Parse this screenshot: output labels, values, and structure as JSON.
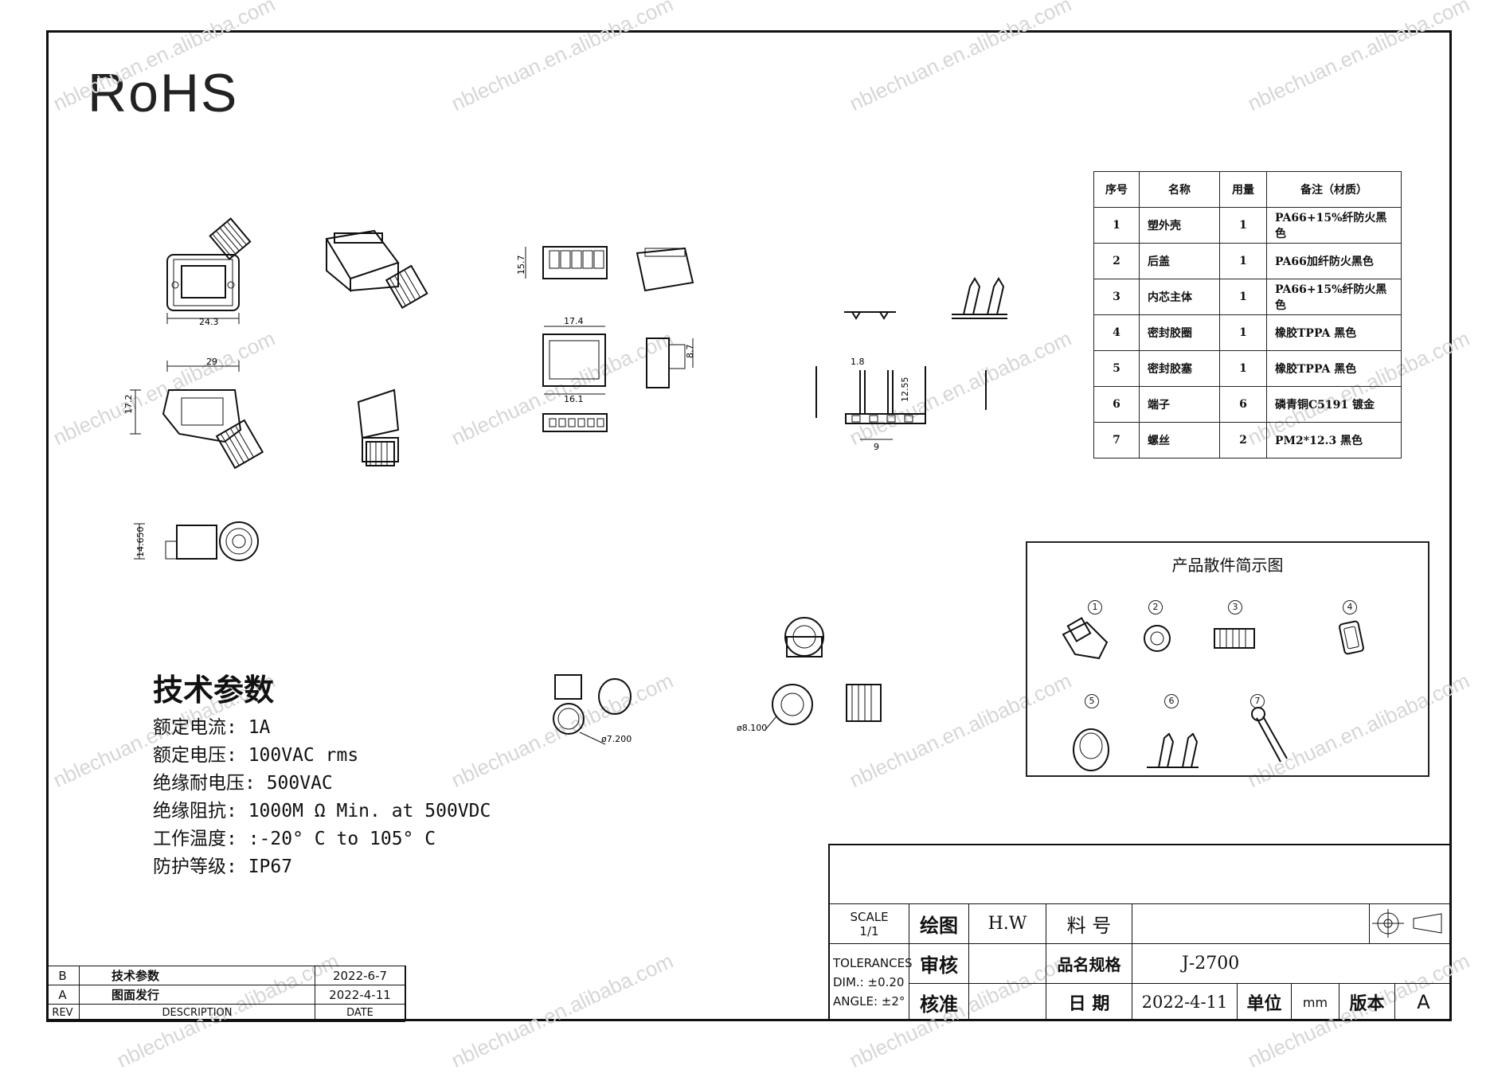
{
  "rohs": "RoHS",
  "watermark": "nblechuan.en.alibaba.com",
  "dimensions": {
    "d1": "24.3",
    "d2": "29",
    "d3": "17.2",
    "d4": "14.650",
    "d5": "15.7",
    "d6": "17.4",
    "d7": "16.1",
    "d8": "8.7",
    "d9": "1.8",
    "d10": "12.55",
    "d11": "9",
    "d12": "ø7.200",
    "d13": "ø8.100"
  },
  "bom": {
    "headers": [
      "序号",
      "名称",
      "用量",
      "备注（材质）"
    ],
    "rows": [
      {
        "no": "1",
        "name": "塑外壳",
        "qty": "1",
        "note": "PA66+15%纤防火黑色"
      },
      {
        "no": "2",
        "name": "后盖",
        "qty": "1",
        "note": "PA66加纤防火黑色"
      },
      {
        "no": "3",
        "name": "内芯主体",
        "qty": "1",
        "note": "PA66+15%纤防火黑色"
      },
      {
        "no": "4",
        "name": "密封胶圈",
        "qty": "1",
        "note": "橡胶TPPA 黑色"
      },
      {
        "no": "5",
        "name": "密封胶塞",
        "qty": "1",
        "note": "橡胶TPPA 黑色"
      },
      {
        "no": "6",
        "name": "端子",
        "qty": "6",
        "note": "磷青铜C5191 镀金"
      },
      {
        "no": "7",
        "name": "螺丝",
        "qty": "2",
        "note": "PM2*12.3 黑色"
      }
    ]
  },
  "parts_box": {
    "title": "产品散件简示图",
    "numbers": [
      "1",
      "2",
      "3",
      "4",
      "5",
      "6",
      "7"
    ]
  },
  "params": {
    "title": "技术参数",
    "rows": [
      "额定电流: 1A",
      "额定电压: 100VAC rms",
      "绝缘耐电压: 500VAC",
      "绝缘阻抗: 1000M Ω Min. at 500VDC",
      "工作温度: :-20° C to 105° C",
      "防护等级: IP67"
    ]
  },
  "revisions": {
    "rows": [
      {
        "rev": "B",
        "desc": "技术参数",
        "date": "2022-6-7"
      },
      {
        "rev": "A",
        "desc": "图面发行",
        "date": "2022-4-11"
      }
    ],
    "header": {
      "rev": "REV",
      "desc": "DESCRIPTION",
      "date": "DATE"
    }
  },
  "title_block": {
    "scale_label": "SCALE",
    "scale_value": "1/1",
    "drawn_label": "绘图",
    "drawn_value": "H.W",
    "part_no_label": "料 号",
    "part_no_value": "",
    "tolerances_label": "TOLERANCES",
    "dim_tol": "DIM.: ±0.20",
    "angle_tol": "ANGLE: ±2°",
    "check_label": "审核",
    "product_label": "品名规格",
    "product_value": "J-2700",
    "approve_label": "核准",
    "date_label": "日 期",
    "date_value": "2022-4-11",
    "unit_label": "单位",
    "unit_value": "mm",
    "version_label": "版本",
    "version_value": "A"
  }
}
